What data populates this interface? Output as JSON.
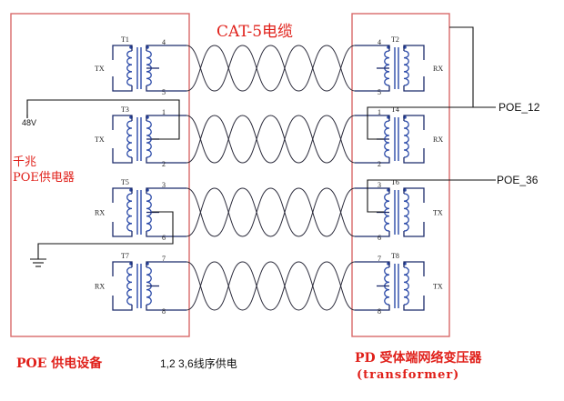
{
  "cable_label": "CAT-5电缆",
  "left_box": {
    "title_line1": "千兆",
    "title_line2": "POE供电器",
    "voltage": "48V",
    "bottom_label": "POE 供电设备",
    "wiring_note": "1,2 3,6线序供电"
  },
  "right_box": {
    "bottom_label_line1": "PD 受体端网络变压器",
    "bottom_label_line2": "(transformer)",
    "poe_12": "POE_12",
    "poe_36": "POE_36"
  },
  "left_transformers": [
    {
      "name": "T1",
      "side": "TX",
      "pin_top": "4",
      "pin_bottom": "5"
    },
    {
      "name": "T3",
      "side": "TX",
      "pin_top": "1",
      "pin_bottom": "2"
    },
    {
      "name": "T5",
      "side": "RX",
      "pin_top": "3",
      "pin_bottom": "6"
    },
    {
      "name": "T7",
      "side": "RX",
      "pin_top": "7",
      "pin_bottom": "8"
    }
  ],
  "right_transformers": [
    {
      "name": "T2",
      "side": "RX",
      "pin_top": "4",
      "pin_bottom": "5"
    },
    {
      "name": "T4",
      "side": "RX",
      "pin_top": "1",
      "pin_bottom": "2"
    },
    {
      "name": "T6",
      "side": "TX",
      "pin_top": "3",
      "pin_bottom": "6"
    },
    {
      "name": "T8",
      "side": "TX",
      "pin_top": "7",
      "pin_bottom": "8"
    }
  ],
  "colors": {
    "box_border": "#d96a6a",
    "label_red": "#e0201a",
    "coil_blue": "#2b4aa8",
    "wire": "#1b2a6b"
  }
}
